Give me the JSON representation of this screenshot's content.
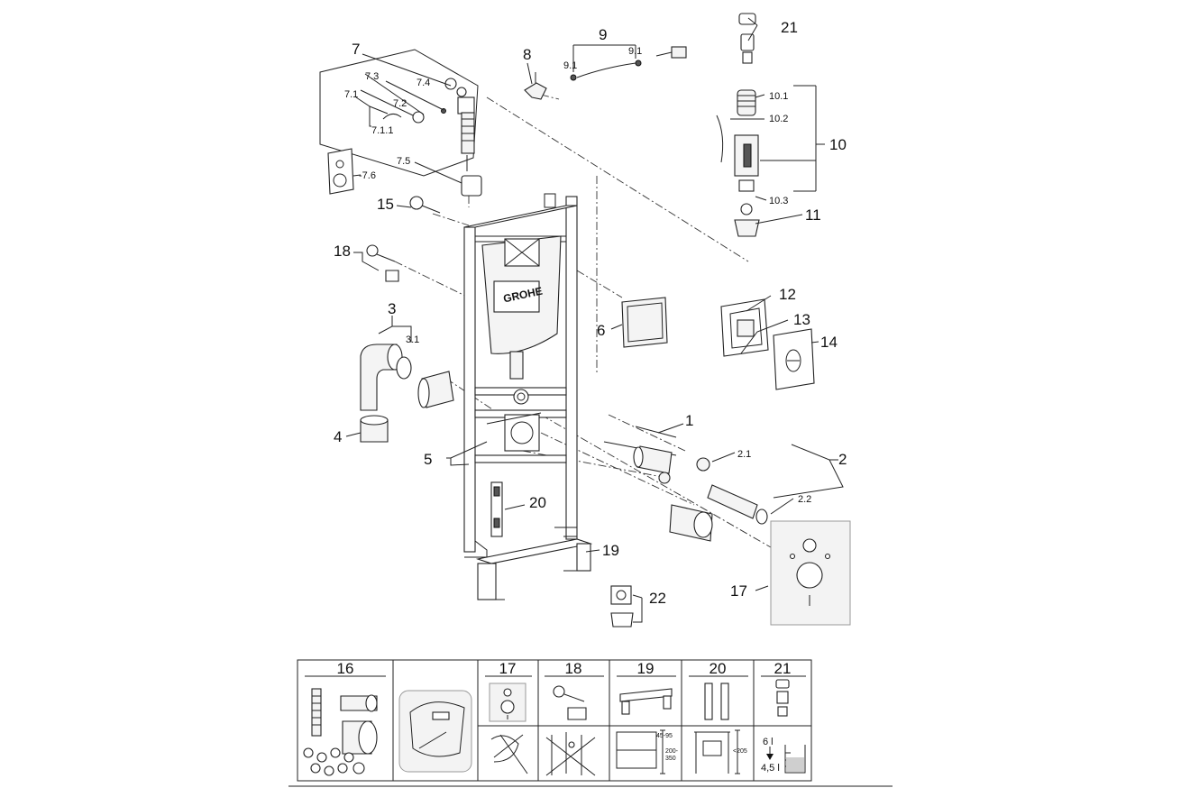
{
  "brand": "GROHE",
  "labels": {
    "l1": "1",
    "l2": "2",
    "l2_1": "2.1",
    "l2_2": "2.2",
    "l3": "3",
    "l3_1": "3.1",
    "l4": "4",
    "l5": "5",
    "l6": "6",
    "l7": "7",
    "l7_1": "7.1",
    "l7_1_1": "7.1.1",
    "l7_2": "7.2",
    "l7_3": "7.3",
    "l7_4": "7.4",
    "l7_5": "7.5",
    "l7_6": "-7.6",
    "l8": "8",
    "l9": "9",
    "l9_1a": "9.1",
    "l9_1b": "9.1",
    "l10": "10",
    "l10_1": "10.1",
    "l10_2": "10.2",
    "l10_3": "10.3",
    "l11": "11",
    "l12": "12",
    "l13": "13",
    "l14": "14",
    "l15": "15",
    "l17": "17",
    "l18": "18",
    "l19": "19",
    "l20": "20",
    "l21": "21",
    "l22": "22"
  },
  "table": {
    "headers": [
      "16",
      "17",
      "18",
      "19",
      "20",
      "21"
    ],
    "dim_19_top": "45-95",
    "dim_19_range_a": "200-",
    "dim_19_range_b": "350",
    "dim_20": "<205",
    "vol_full": "6 l",
    "vol_small": "4,5 l"
  }
}
